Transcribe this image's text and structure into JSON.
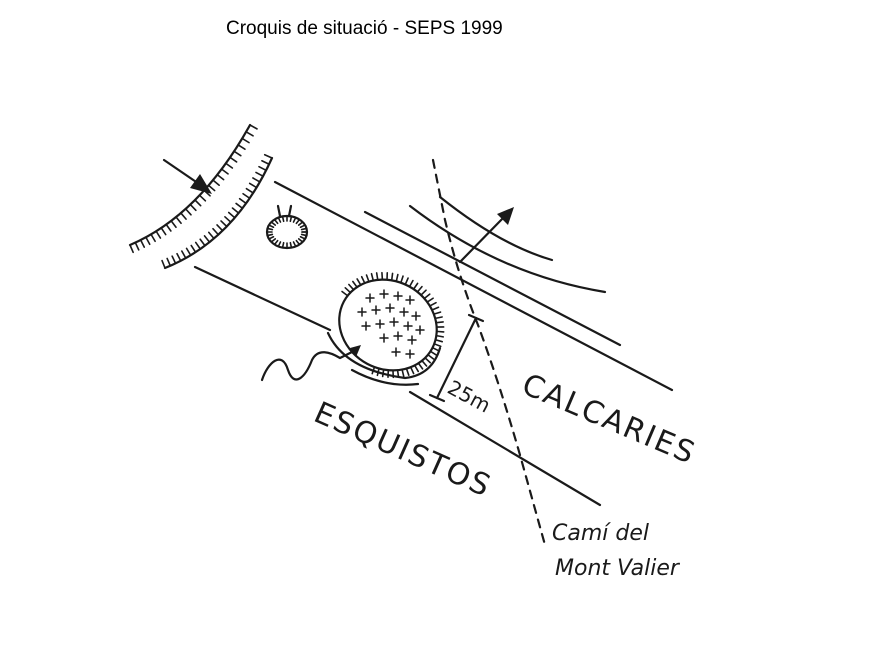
{
  "title": "Croquis de situació - SEPS 1999",
  "labels": {
    "scale": "25m",
    "rock_left": "ESQUISTOS",
    "rock_right": "CALCARIES",
    "path_line1": "Camí del",
    "path_line2": "Mont Valier"
  },
  "colors": {
    "ink": "#1a1a1a",
    "background": "#ffffff"
  }
}
